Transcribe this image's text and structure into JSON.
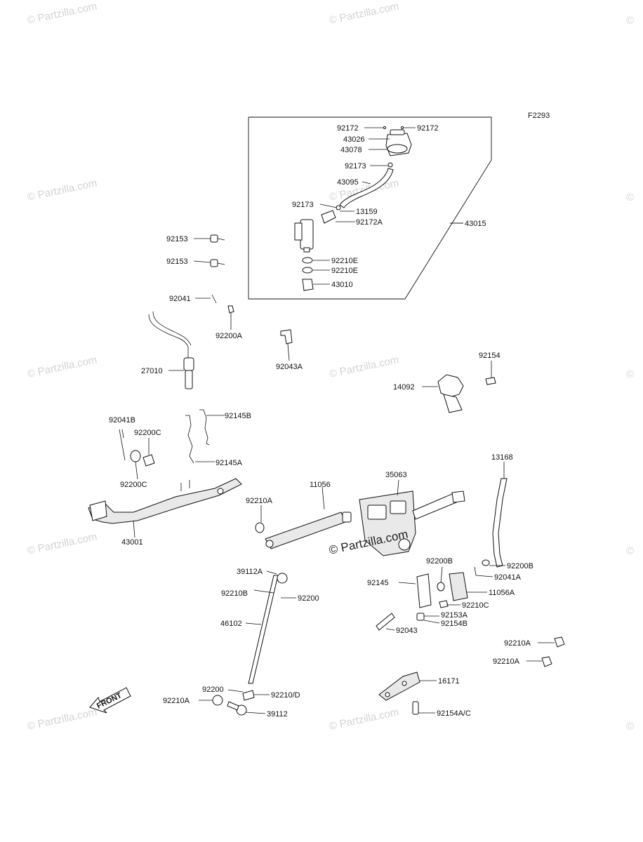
{
  "diagram_code": "F2293",
  "front_label": "FRONT",
  "watermark_small": "© Partzilla.com",
  "watermark_center": "© Partzilla.com",
  "labels": {
    "l92172_left": "92172",
    "l92172_right": "92172",
    "l43026": "43026",
    "l43078": "43078",
    "l92173_top": "92173",
    "l43095": "43095",
    "l92173_mid": "92173",
    "l13159": "13159",
    "l92172A": "92172A",
    "l43015": "43015",
    "l92210E_1": "92210E",
    "l92210E_2": "92210E",
    "l43010": "43010",
    "l92153_1": "92153",
    "l92153_2": "92153",
    "l92041": "92041",
    "l92200A": "92200A",
    "l92043A": "92043A",
    "l27010": "27010",
    "l92154": "92154",
    "l14092": "14092",
    "l92041B": "92041B",
    "l92200C_1": "92200C",
    "l92145B": "92145B",
    "l92145A": "92145A",
    "l92200C_2": "92200C",
    "l43001": "43001",
    "l11056": "11056",
    "l35063": "35063",
    "l13168": "13168",
    "l92210A_1": "92210A",
    "l92200B_1": "92200B",
    "l92200B_2": "92200B",
    "l92041A": "92041A",
    "l11056A": "11056A",
    "l92145": "92145",
    "l92210C": "92210C",
    "l92153A": "92153A",
    "l92154B": "92154B",
    "l92043": "92043",
    "l39112A": "39112A",
    "l92210B": "92210B",
    "l92200_1": "92200",
    "l46102": "46102",
    "l92200_2": "92200",
    "l92210A_2": "92210A",
    "l92210D": "92210/D",
    "l39112": "39112",
    "l92210A_3": "92210A",
    "l92210A_4": "92210A",
    "l16171": "16171",
    "l92154AC": "92154A/C"
  }
}
